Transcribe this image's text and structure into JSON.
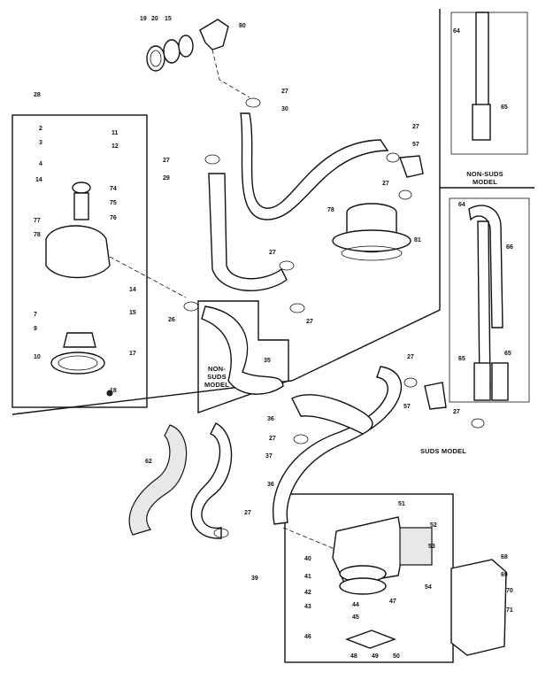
{
  "panels": {
    "non_suds_top": [
      "NON-SUDS",
      "MODEL"
    ],
    "suds_right": "SUDS MODEL",
    "non_suds_center": [
      "NON-",
      "SUDS",
      "MODEL"
    ]
  },
  "part_labels": {
    "p_top_19": "19",
    "p_top_20": "20",
    "p_top_15": "15",
    "p_top_80": "80",
    "p_27_a": "27",
    "p_30": "30",
    "p_64_a": "64",
    "p_65_a": "65",
    "p_28": "28",
    "p_2": "2",
    "p_11": "11",
    "p_3": "3",
    "p_12": "12",
    "p_4": "4",
    "p_14_a": "14",
    "p_74": "74",
    "p_75": "75",
    "p_76": "76",
    "p_77": "77",
    "p_78_a": "78",
    "p_7": "7",
    "p_14_b": "14",
    "p_15": "15",
    "p_9": "9",
    "p_17": "17",
    "p_10": "10",
    "p_18": "18",
    "p_27_b": "27",
    "p_29": "29",
    "p_27_c": "27",
    "p_57_a": "57",
    "p_27_d": "27",
    "p_78_b": "78",
    "p_81": "81",
    "p_27_e": "27",
    "p_26": "26",
    "p_27_f": "27",
    "p_64_b": "64",
    "p_66": "66",
    "p_35": "35",
    "p_65_b": "65",
    "p_65_c": "65",
    "p_27_g": "27",
    "p_57_b": "57",
    "p_27_h": "27",
    "p_36_a": "36",
    "p_27_i": "27",
    "p_37": "37",
    "p_62": "62",
    "p_36_b": "36",
    "p_27_j": "27",
    "p_51": "51",
    "p_52": "52",
    "p_53": "53",
    "p_39": "39",
    "p_40": "40",
    "p_41": "41",
    "p_42": "42",
    "p_43": "43",
    "p_44": "44",
    "p_47": "47",
    "p_45": "45",
    "p_54": "54",
    "p_46": "46",
    "p_48": "48",
    "p_49": "49",
    "p_50": "50",
    "p_68": "68",
    "p_69": "69",
    "p_70": "70",
    "p_71": "71"
  }
}
